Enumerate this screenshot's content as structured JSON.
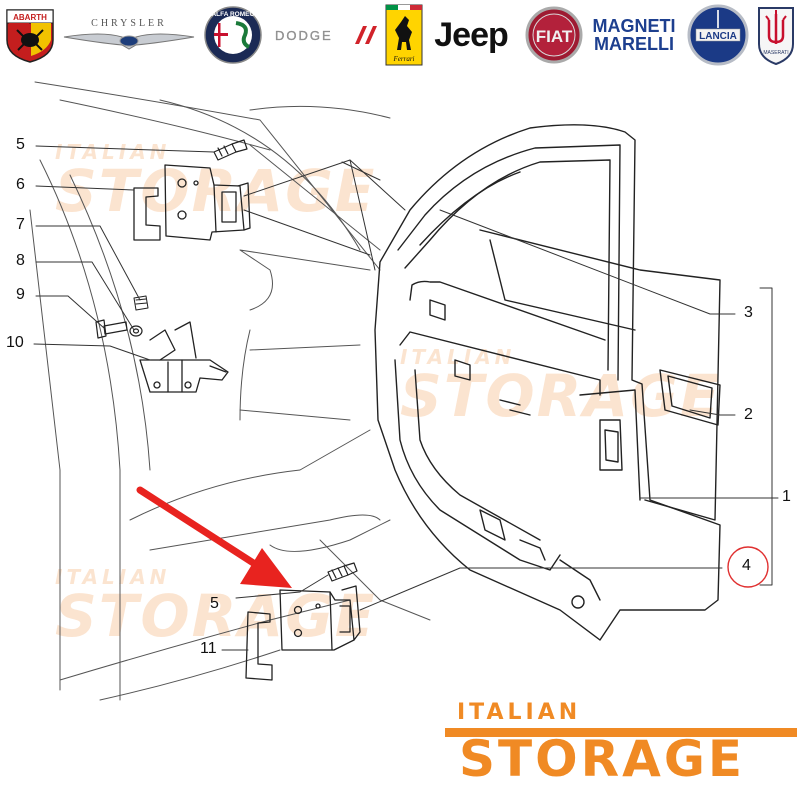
{
  "brands": [
    {
      "id": "abarth",
      "text": "ABARTH"
    },
    {
      "id": "chrysler",
      "text": "CHRYSLER"
    },
    {
      "id": "alfa-romeo",
      "text": "ALFA ROMEO"
    },
    {
      "id": "dodge",
      "text": "DODGE"
    },
    {
      "id": "ferrari",
      "text": "Ferrari"
    },
    {
      "id": "jeep",
      "text": "Jeep"
    },
    {
      "id": "fiat",
      "text": "FIAT"
    },
    {
      "id": "magneti-marelli",
      "text_line1": "MAGNETI",
      "text_line2": "MARELLI"
    },
    {
      "id": "lancia",
      "text": "LANCIA"
    },
    {
      "id": "maserati",
      "text": "MASERATI"
    }
  ],
  "watermark": {
    "line1": "ITALIAN",
    "line2": "STORAGE"
  },
  "callouts": {
    "c1": "1",
    "c2": "2",
    "c3": "3",
    "c4": "4",
    "c5a": "5",
    "c5b": "5",
    "c6": "6",
    "c7": "7",
    "c8": "8",
    "c9": "9",
    "c10": "10",
    "c11": "11"
  },
  "footer_logo": {
    "line1": "ITALIAN",
    "line2": "STORAGE"
  },
  "colors": {
    "accent": "#f08a24",
    "arrow": "#e8231f",
    "highlight_circle": "#e03030",
    "line": "#222222"
  }
}
